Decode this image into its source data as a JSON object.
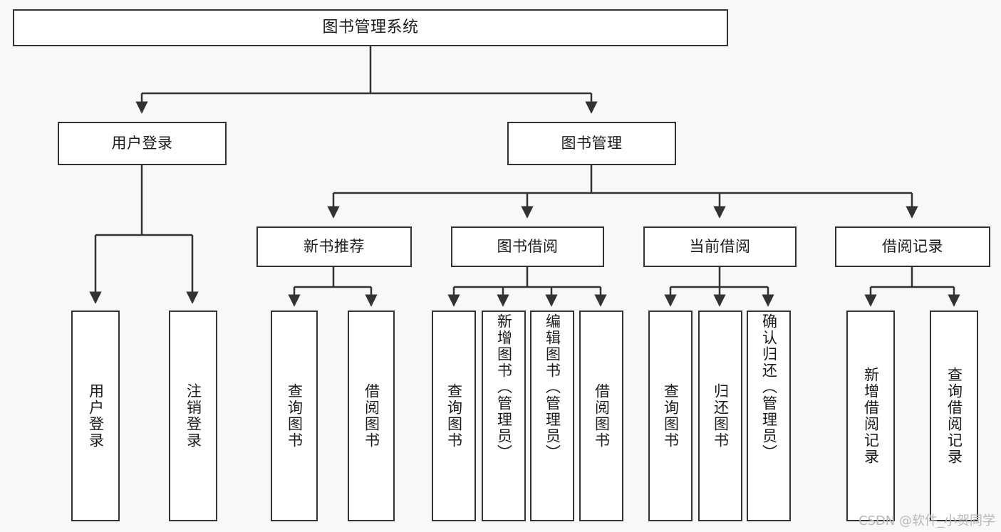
{
  "diagram": {
    "title": "图书管理系统",
    "watermark": "CSDN @软件_小贺同学",
    "colors": {
      "border": "#333333",
      "fill": "#ffffff",
      "background": "#f8f8f8",
      "text": "#1b1b1b",
      "watermark": "#b8b8b8"
    },
    "root": {
      "label": "图书管理系统"
    },
    "level1": [
      {
        "label": "用户登录"
      },
      {
        "label": "图书管理"
      }
    ],
    "level2": [
      {
        "label": "新书推荐"
      },
      {
        "label": "图书借阅"
      },
      {
        "label": "当前借阅"
      },
      {
        "label": "借阅记录"
      }
    ],
    "leaves": {
      "user_login": [
        {
          "label": "用户登录"
        },
        {
          "label": "注销登录"
        }
      ],
      "new_book": [
        {
          "label": "查询图书"
        },
        {
          "label": "借阅图书"
        }
      ],
      "borrow": [
        {
          "label": "查询图书"
        },
        {
          "label": "新增图书（管理员）"
        },
        {
          "label": "编辑图书（管理员）"
        },
        {
          "label": "借阅图书"
        }
      ],
      "current": [
        {
          "label": "查询图书"
        },
        {
          "label": "归还图书"
        },
        {
          "label": "确认归还（管理员）"
        }
      ],
      "records": [
        {
          "label": "新增借阅记录"
        },
        {
          "label": "查询借阅记录"
        }
      ]
    }
  }
}
